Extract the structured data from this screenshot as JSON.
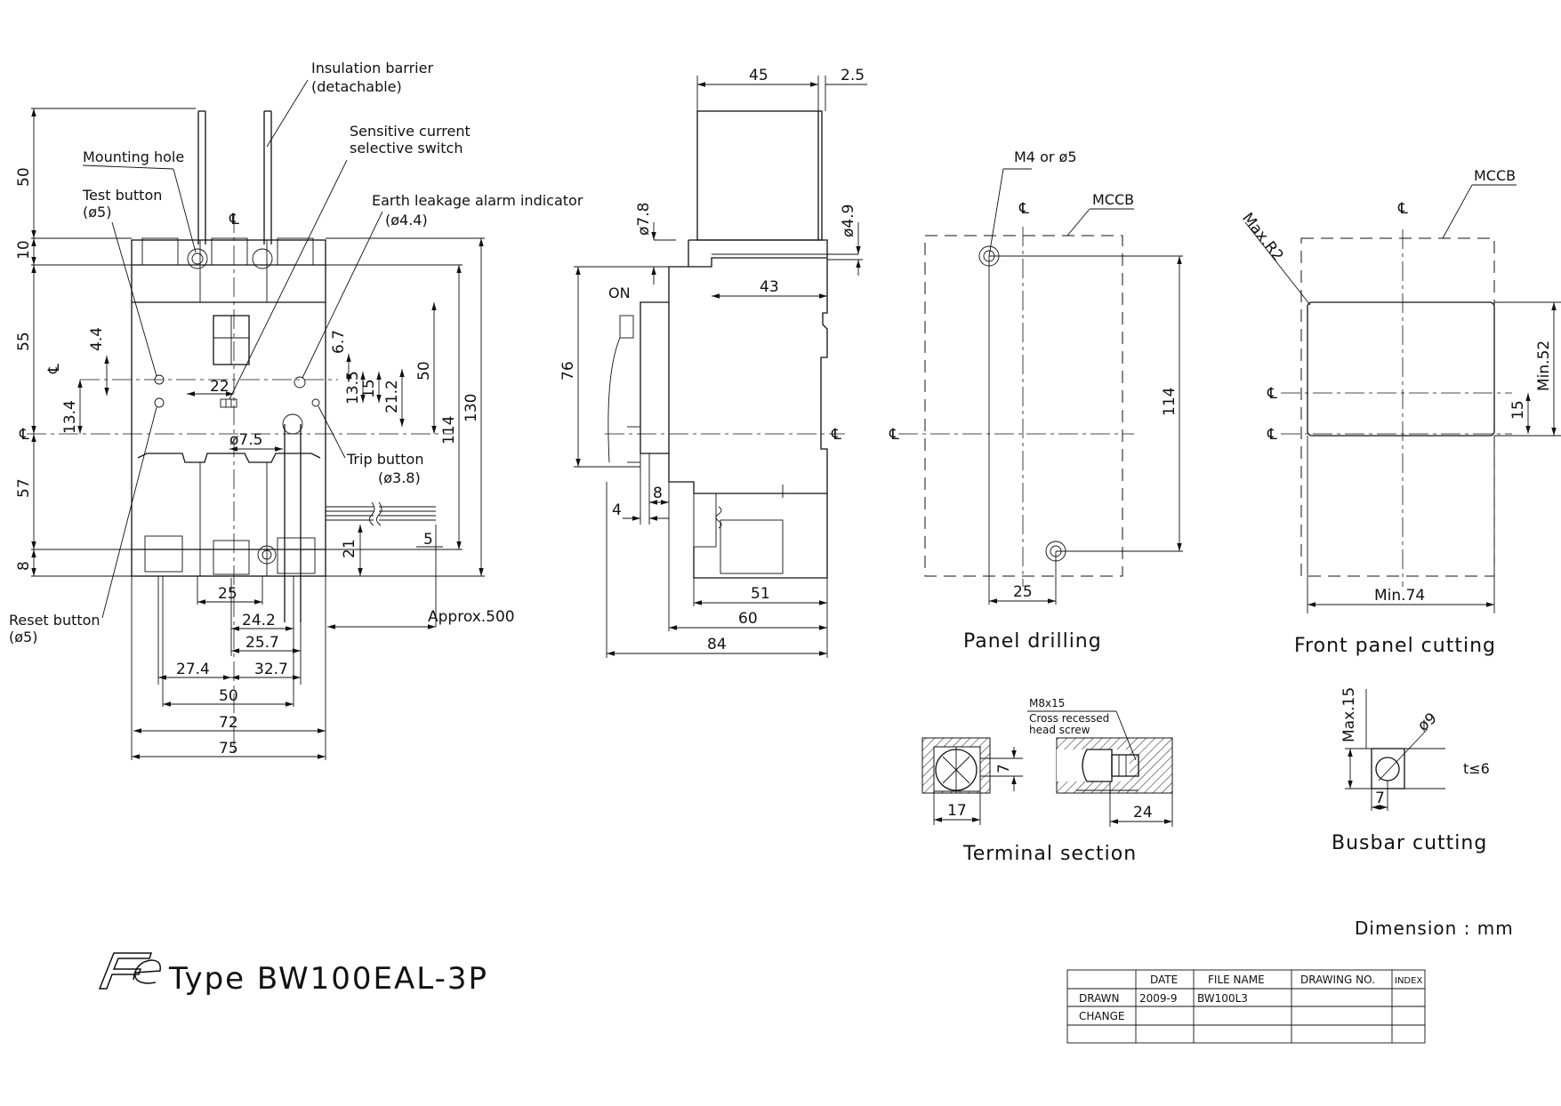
{
  "title": {
    "logo": "Fe",
    "type_label": "Type BW100EAL-3P"
  },
  "units_note": "Dimension : mm",
  "centerline_symbol": "℄",
  "front_view": {
    "labels": {
      "insulation_barrier": "Insulation barrier",
      "insulation_barrier_sub": "(detachable)",
      "mounting_hole": "Mounting hole",
      "test_button": "Test button",
      "test_button_sub": "(ø5)",
      "sensitive_switch": "Sensitive current",
      "sensitive_switch_sub": "selective switch",
      "alarm_indicator": "Earth leakage alarm indicator",
      "alarm_indicator_sub": "(ø4.4)",
      "trip_button": "Trip button",
      "trip_button_sub": "(ø3.8)",
      "reset_button": "Reset button",
      "reset_button_sub": "(ø5)",
      "lead_length": "Approx.500"
    },
    "dims": {
      "d50_top": "50",
      "d10": "10",
      "d55": "55",
      "d57": "57",
      "d8": "8",
      "d4_4": "4.4",
      "d13_4": "13.4",
      "d22": "22",
      "d6_7": "6.7",
      "d13_5": "13.5",
      "d15": "15",
      "d21_2": "21.2",
      "d50_right": "50",
      "d114": "114",
      "d130": "130",
      "d7_5": "ø7.5",
      "d21": "21",
      "d5": "5",
      "d25": "25",
      "d24_2": "24.2",
      "d25_7": "25.7",
      "d27_4": "27.4",
      "d32_7": "32.7",
      "d50_bottom": "50",
      "d72": "72",
      "d75": "75"
    }
  },
  "side_view": {
    "on_label": "ON",
    "dims": {
      "d45": "45",
      "d2_5": "2.5",
      "d7_8": "ø7.8",
      "d4_9": "ø4.9",
      "d43": "43",
      "d76": "76",
      "d4": "4",
      "d8": "8",
      "d51": "51",
      "d60": "60",
      "d84": "84"
    }
  },
  "panel_drilling": {
    "caption": "Panel drilling",
    "screw": "M4 or ø5",
    "mccb": "MCCB",
    "d114": "114",
    "d25": "25"
  },
  "front_panel_cutting": {
    "caption": "Front panel cutting",
    "mccb": "MCCB",
    "radius": "Max.R2",
    "min52": "Min.52",
    "d15": "15",
    "min74": "Min.74"
  },
  "terminal_section": {
    "caption": "Terminal section",
    "screw_1": "M8x15",
    "screw_2": "Cross recessed",
    "screw_3": "head screw",
    "d7": "7",
    "d17": "17",
    "d24": "24"
  },
  "busbar_cutting": {
    "caption": "Busbar cutting",
    "max15": "Max.15",
    "d9": "ø9",
    "thickness": "t≤6",
    "d7": "7"
  },
  "title_block": {
    "headers": [
      "DATE",
      "FILE NAME",
      "DRAWING NO.",
      "INDEX"
    ],
    "rows": [
      {
        "label": "DRAWN",
        "date": "2009-9",
        "file": "BW100L3",
        "drawing_no": "",
        "index": ""
      },
      {
        "label": "CHANGE",
        "date": "",
        "file": "",
        "drawing_no": "",
        "index": ""
      },
      {
        "label": "",
        "date": "",
        "file": "",
        "drawing_no": "",
        "index": ""
      }
    ]
  }
}
